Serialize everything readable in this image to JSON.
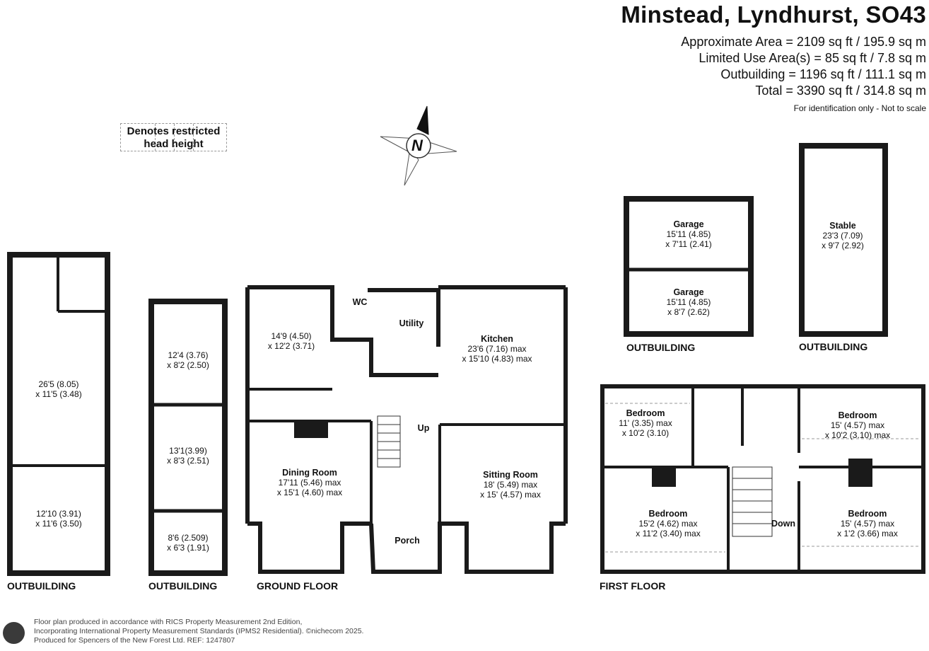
{
  "title": "Minstead, Lyndhurst, SO43",
  "areas": [
    "Approximate Area = 2109 sq ft / 195.9 sq m",
    "Limited Use Area(s) = 85 sq ft / 7.8 sq m",
    "Outbuilding = 1196 sq ft / 111.1 sq m",
    "Total = 3390 sq ft / 314.8 sq m"
  ],
  "note": "For identification only - Not to scale",
  "legend": {
    "line1": "Denotes restricted",
    "line2": "head height"
  },
  "compass": {
    "letter": "N"
  },
  "sections": {
    "outbuilding1": "OUTBUILDING",
    "outbuilding2": "OUTBUILDING",
    "ground_floor": "GROUND FLOOR",
    "first_floor": "FIRST FLOOR",
    "outbuilding_garage": "OUTBUILDING",
    "outbuilding_stable": "OUTBUILDING"
  },
  "rooms": {
    "ob1_top": {
      "name": "",
      "d1": "26'5 (8.05)",
      "d2": "x 11'5 (3.48)"
    },
    "ob1_bottom": {
      "name": "",
      "d1": "12'10 (3.91)",
      "d2": "x 11'6 (3.50)"
    },
    "ob2_top": {
      "name": "",
      "d1": "12'4 (3.76)",
      "d2": "x 8'2 (2.50)"
    },
    "ob2_mid": {
      "name": "",
      "d1": "13'1(3.99)",
      "d2": "x 8'3 (2.51)"
    },
    "ob2_bottom": {
      "name": "",
      "d1": "8'6 (2.509)",
      "d2": "x 6'3 (1.91)"
    },
    "gf_room": {
      "name": "",
      "d1": "14'9 (4.50)",
      "d2": "x 12'2 (3.71)"
    },
    "wc": {
      "name": "WC"
    },
    "utility": {
      "name": "Utility"
    },
    "kitchen": {
      "name": "Kitchen",
      "d1": "23'6 (7.16) max",
      "d2": "x 15'10 (4.83) max"
    },
    "dining": {
      "name": "Dining Room",
      "d1": "17'11 (5.46) max",
      "d2": "x 15'1 (4.60) max"
    },
    "sitting": {
      "name": "Sitting Room",
      "d1": "18' (5.49) max",
      "d2": "x 15' (4.57) max"
    },
    "porch": {
      "name": "Porch"
    },
    "up": {
      "name": "Up"
    },
    "down": {
      "name": "Down"
    },
    "ff_bed1": {
      "name": "Bedroom",
      "d1": "11' (3.35) max",
      "d2": "x 10'2 (3.10)"
    },
    "ff_bed2": {
      "name": "Bedroom",
      "d1": "15' (4.57) max",
      "d2": "x 10'2 (3.10) max"
    },
    "ff_bed3": {
      "name": "Bedroom",
      "d1": "15'2 (4.62) max",
      "d2": "x 11'2 (3.40) max"
    },
    "ff_bed4": {
      "name": "Bedroom",
      "d1": "15' (4.57) max",
      "d2": "x 1'2 (3.66) max"
    },
    "garage1": {
      "name": "Garage",
      "d1": "15'11 (4.85)",
      "d2": "x 7'11 (2.41)"
    },
    "garage2": {
      "name": "Garage",
      "d1": "15'11 (4.85)",
      "d2": "x 8'7 (2.62)"
    },
    "stable": {
      "name": "Stable",
      "d1": "23'3 (7.09)",
      "d2": "x 9'7 (2.92)"
    }
  },
  "footer": [
    "Floor plan produced in accordance with RICS Property Measurement 2nd Edition,",
    "Incorporating International Property Measurement Standards (IPMS2 Residential).  ©nichecom 2025.",
    "Produced for Spencers of the New Forest Ltd.   REF:  1247807"
  ],
  "colors": {
    "wall": "#1a1a1a",
    "text": "#111111",
    "dash": "#999999"
  }
}
